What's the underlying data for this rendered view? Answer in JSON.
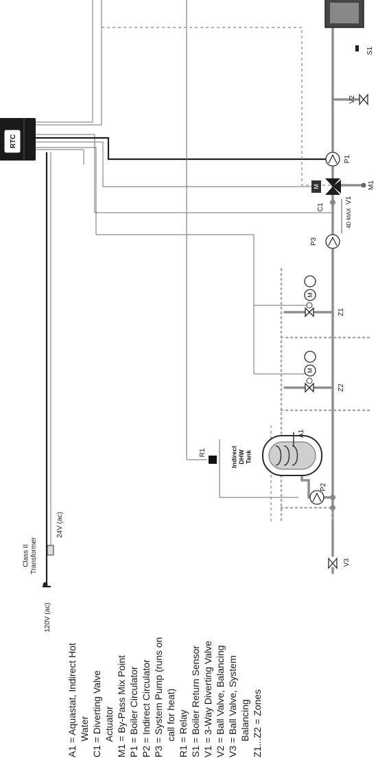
{
  "diagram": {
    "rtc_label": "RTC",
    "transformer_title": "Class II\nTransformer",
    "voltage_in": "120V (ac)",
    "voltage_out": "24V (ac)",
    "tank_label": "Indirect\nDHW\nTank",
    "max_label": "4D MAX",
    "motor_symbol": "M",
    "labels": {
      "A1": "A1",
      "C1": "C1",
      "M1": "M1",
      "P1": "P1",
      "P2": "P2",
      "P3": "P3",
      "R1": "R1",
      "S1": "S1",
      "V1": "V1",
      "V2": "V2",
      "V3": "V3",
      "Z1": "Z1",
      "Z2": "Z2"
    },
    "legend": [
      "A1 = Aquastat, Indirect Hot\n      Water",
      "C1 = Diverting Valve\n      Actuator",
      "M1 = By-Pass Mix Point",
      "P1 = Boiler Circulator",
      "P2 = Indirect Circulator",
      "P3 = System Pump (runs on\n      call for heat)",
      "R1 = Relay",
      "S1 = Boiler Return Sensor",
      "V1 = 3-Way Diverting Valve",
      "V2 = Ball Valve, Balancing",
      "V3 = Ball Valve, System\n      Balancing",
      "Z1...Z2 = Zones"
    ]
  }
}
